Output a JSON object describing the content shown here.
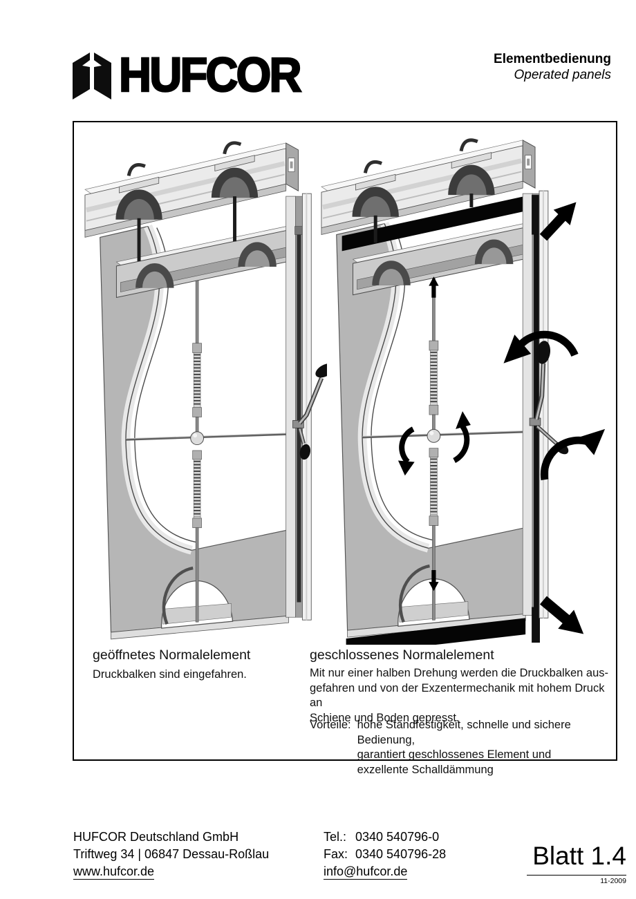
{
  "header": {
    "logo_text": "HUFCOR",
    "title_de": "Elementbedienung",
    "title_en": "Operated panels"
  },
  "figure": {
    "left_panel": {
      "title": "geöffnetes Normalelement",
      "caption": "Druckbalken sind eingefahren."
    },
    "right_panel": {
      "title": "geschlossenes Normalelement",
      "caption_lines": [
        "Mit nur einer halben Drehung werden die Druckbalken aus-",
        "gefahren und von der Exzentermechanik mit hohem Druck an",
        "Schiene und Boden gepresst."
      ],
      "benefits_label": "Vorteile:",
      "benefits_lines": [
        "hohe Standfestigkeit, schnelle und sichere Bedienung,",
        "garantiert geschlossenes Element und",
        "exzellente Schalldämmung"
      ]
    }
  },
  "footer": {
    "company": "HUFCOR Deutschland GmbH",
    "address": "Triftweg 34 | 06847 Dessau-Roßlau",
    "website": "www.hufcor.de",
    "phone_label": "Tel.:",
    "phone": "0340 540796-0",
    "fax_label": "Fax:",
    "fax": "0340 540796-28",
    "email": "info@hufcor.de",
    "sheet_label": "Blatt 1.4",
    "revision": "11-2009"
  },
  "colors": {
    "ink": "#000000",
    "panel_gray": "#b6b6b6",
    "rail_gray": "#ebebeb",
    "seal_black": "#050505"
  }
}
